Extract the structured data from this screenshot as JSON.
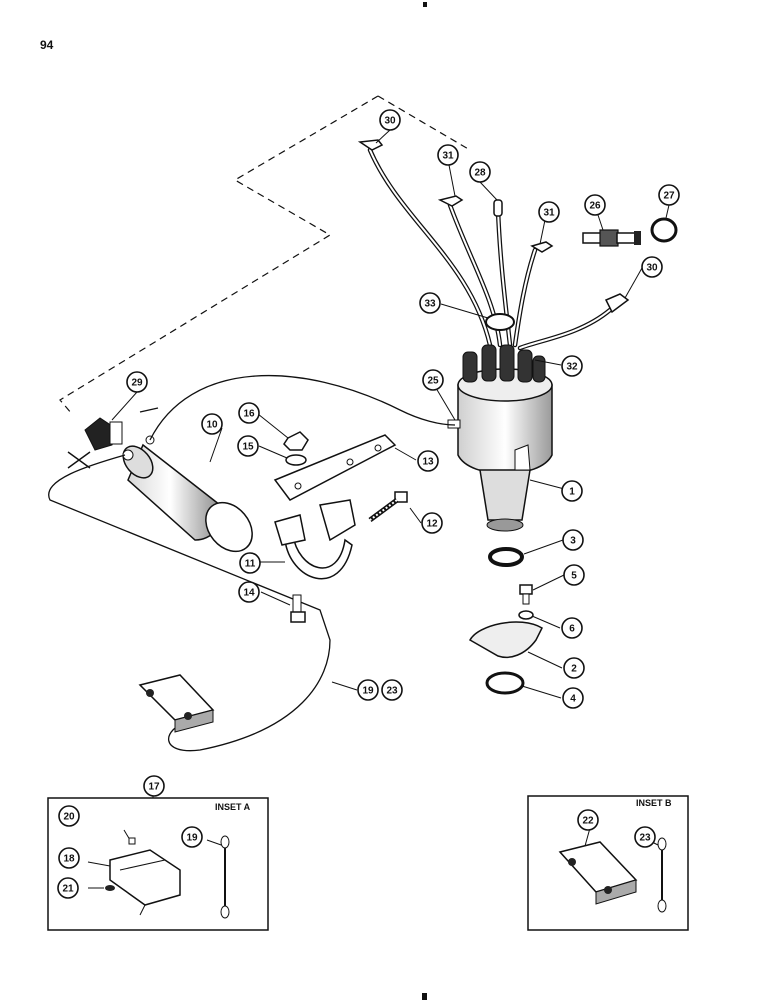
{
  "page_number": "94",
  "insets": [
    {
      "title": "INSET A"
    },
    {
      "title": "INSET B"
    }
  ],
  "callouts": [
    {
      "label": "1"
    },
    {
      "label": "2"
    },
    {
      "label": "3"
    },
    {
      "label": "4"
    },
    {
      "label": "5"
    },
    {
      "label": "6"
    },
    {
      "label": "10"
    },
    {
      "label": "11"
    },
    {
      "label": "12"
    },
    {
      "label": "13"
    },
    {
      "label": "14"
    },
    {
      "label": "15"
    },
    {
      "label": "16"
    },
    {
      "label": "17"
    },
    {
      "label": "18"
    },
    {
      "label": "19"
    },
    {
      "label": "19"
    },
    {
      "label": "20"
    },
    {
      "label": "21"
    },
    {
      "label": "22"
    },
    {
      "label": "23"
    },
    {
      "label": "23"
    },
    {
      "label": "25"
    },
    {
      "label": "26"
    },
    {
      "label": "27"
    },
    {
      "label": "28"
    },
    {
      "label": "29"
    },
    {
      "label": "30"
    },
    {
      "label": "30"
    },
    {
      "label": "31"
    },
    {
      "label": "31"
    },
    {
      "label": "32"
    },
    {
      "label": "33"
    }
  ],
  "colors": {
    "ink": "#111111",
    "paper": "#ffffff",
    "shade": "#9a9a9a"
  }
}
